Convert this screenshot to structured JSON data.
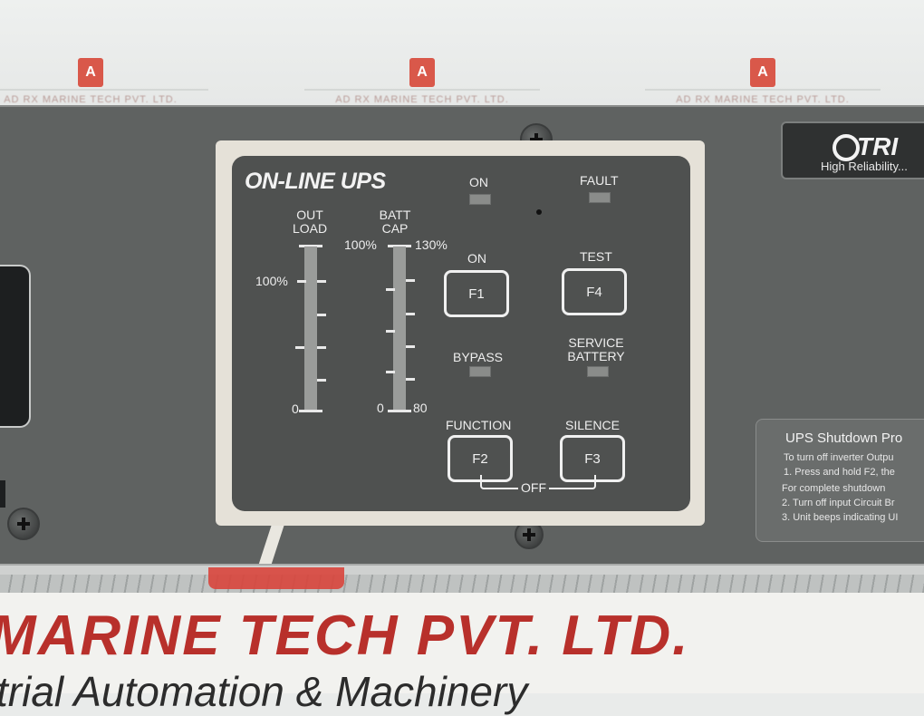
{
  "watermarks": [
    {
      "logo": "A",
      "text": "AD RX MARINE TECH PVT. LTD."
    },
    {
      "logo": "A",
      "text": "AD RX MARINE TECH PVT. LTD."
    },
    {
      "logo": "A",
      "text": "AD RX MARINE TECH PVT. LTD."
    }
  ],
  "panel": {
    "title": "ON-LINE UPS",
    "out_load": {
      "label_line1": "OUT",
      "label_line2": "LOAD",
      "top_label": "100%",
      "bottom_label": "0"
    },
    "batt_cap": {
      "label_line1": "BATT",
      "label_line2": "CAP",
      "top_left_label": "100%",
      "top_right_label": "130%",
      "bottom_left_label": "0",
      "bottom_right_label": "80"
    },
    "indicators": {
      "on": "ON",
      "fault": "FAULT",
      "bypass": "BYPASS",
      "service_battery_line1": "SERVICE",
      "service_battery_line2": "BATTERY"
    },
    "buttons": {
      "f1": {
        "caption": "ON",
        "label": "F1"
      },
      "f4": {
        "caption": "TEST",
        "label": "F4"
      },
      "f2": {
        "caption": "FUNCTION",
        "label": "F2"
      },
      "f3": {
        "caption": "SILENCE",
        "label": "F3"
      }
    },
    "off_label": "OFF"
  },
  "brand": {
    "mark": "TRI",
    "subtitle": "High Reliability..."
  },
  "info_plate": {
    "title": "UPS Shutdown Pro",
    "lines": [
      "To turn off inverter Outpu",
      "1.  Press and hold F2, the",
      "For complete shutdown",
      "2.  Turn off input Circuit Br",
      "3.  Unit beeps indicating UI"
    ]
  },
  "banner": {
    "company": "MARINE TECH PVT. LTD.",
    "tagline": "trial Automation & Machinery"
  },
  "colors": {
    "chassis": "#5f6261",
    "panel": "#4f5150",
    "brand_red": "#b8302b",
    "panel_border": "#e5e1d8"
  }
}
